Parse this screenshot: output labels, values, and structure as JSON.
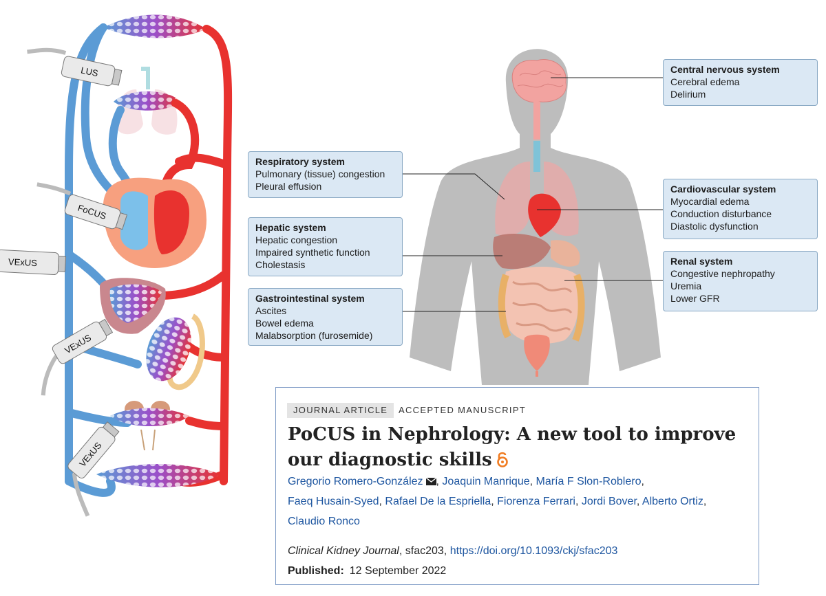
{
  "probes": [
    "LUS",
    "FoCUS",
    "VExUS",
    "VExUS",
    "VExUS"
  ],
  "systems": [
    {
      "name": "Central nervous system",
      "items": [
        "Cerebral edema",
        "Delirium"
      ]
    },
    {
      "name": "Respiratory system",
      "items": [
        "Pulmonary (tissue) congestion",
        "Pleural effusion"
      ]
    },
    {
      "name": "Cardiovascular system",
      "items": [
        "Myocardial edema",
        "Conduction disturbance",
        "Diastolic dysfunction"
      ]
    },
    {
      "name": "Hepatic system",
      "items": [
        "Hepatic congestion",
        "Impaired synthetic function",
        "Cholestasis"
      ]
    },
    {
      "name": "Renal system",
      "items": [
        "Congestive nephropathy",
        "Uremia",
        "Lower GFR"
      ]
    },
    {
      "name": "Gastrointestinal system",
      "items": [
        "Ascites",
        "Bowel edema",
        "Malabsorption (furosemide)"
      ]
    }
  ],
  "article": {
    "badge_type": "JOURNAL ARTICLE",
    "badge_status": "ACCEPTED MANUSCRIPT",
    "title": "PoCUS in Nephrology: A new tool to improve our diagnostic skills",
    "authors": [
      "Gregorio Romero-González",
      "Joaquin Manrique",
      "María F Slon-Roblero",
      "Faeq Husain-Syed",
      "Rafael De la Espriella",
      "Fiorenza Ferrari",
      "Jordi Bover",
      "Alberto Ortiz",
      "Claudio Ronco"
    ],
    "journal": "Clinical Kidney Journal",
    "article_id": "sfac203",
    "doi": "https://doi.org/10.1093/ckj/sfac203",
    "published_label": "Published:",
    "published_date": "12 September 2022"
  },
  "colors": {
    "vein": "#5b9bd5",
    "artery": "#e8322f",
    "capillary": "#9b4fc9",
    "box_bg": "#dbe8f4",
    "link": "#1e56a0",
    "silhouette": "#bdbdbd"
  },
  "icons": {
    "lock": "open-access-lock-icon",
    "mail": "envelope-icon"
  }
}
